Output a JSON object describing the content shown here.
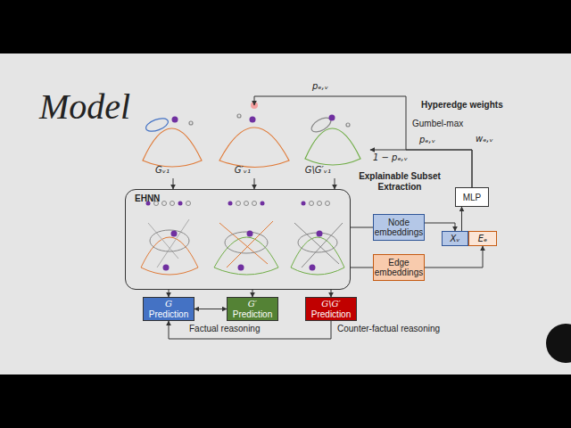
{
  "diagram": {
    "title": "Model",
    "nodes": [
      {
        "text": [
          "Gᵥ₁"
        ]
      },
      {
        "text": [
          "G′ᵥ₁"
        ]
      },
      {
        "text": [
          "G\\G′ᵥ₁"
        ]
      },
      {
        "text": [
          "EHNN"
        ]
      },
      {
        "text": [
          "Node embeddings"
        ]
      },
      {
        "text": [
          "Edge embeddings"
        ]
      },
      {
        "text": [
          "Xᵥ"
        ]
      },
      {
        "text": [
          "Eₑ"
        ]
      },
      {
        "text": [
          "MLP"
        ]
      },
      {
        "text": [
          "G",
          "Prediction"
        ]
      },
      {
        "text": [
          "G′",
          "Prediction"
        ]
      },
      {
        "text": [
          "G\\G′",
          "Prediction"
        ]
      }
    ],
    "edges": [
      {
        "from": 0,
        "to": 3,
        "arrow": "to"
      },
      {
        "from": 1,
        "to": 3,
        "arrow": "to"
      },
      {
        "from": 2,
        "to": 3,
        "arrow": "to"
      },
      {
        "from": 3,
        "to": 4,
        "arrow": "none"
      },
      {
        "from": 3,
        "to": 5,
        "arrow": "none"
      },
      {
        "from": 4,
        "to": 6,
        "arrow": "to"
      },
      {
        "from": 5,
        "to": 7,
        "arrow": "to"
      },
      {
        "from": 6,
        "to": 8,
        "arrow": "to"
      },
      {
        "from": 8,
        "to": 1,
        "label": "pₑ,ᵥ",
        "arrow": "to"
      },
      {
        "from": 8,
        "to": 2,
        "label": "1 − pₑ,ᵥ",
        "arrow": "to"
      },
      {
        "from": 3,
        "to": 9,
        "arrow": "to"
      },
      {
        "from": 3,
        "to": 10,
        "arrow": "to"
      },
      {
        "from": 3,
        "to": 11,
        "arrow": "to"
      },
      {
        "from": 9,
        "to": 10,
        "arrow": "both"
      },
      {
        "from": 11,
        "to": 9,
        "arrow": "to"
      }
    ],
    "labels": [
      "Hyperedge weights",
      "Gumbel-max",
      "wₑ,ᵥ",
      "pₑ,ᵥ",
      "Explainable Subset Extraction",
      "Factual reasoning",
      "Counter-factual reasoning"
    ]
  }
}
